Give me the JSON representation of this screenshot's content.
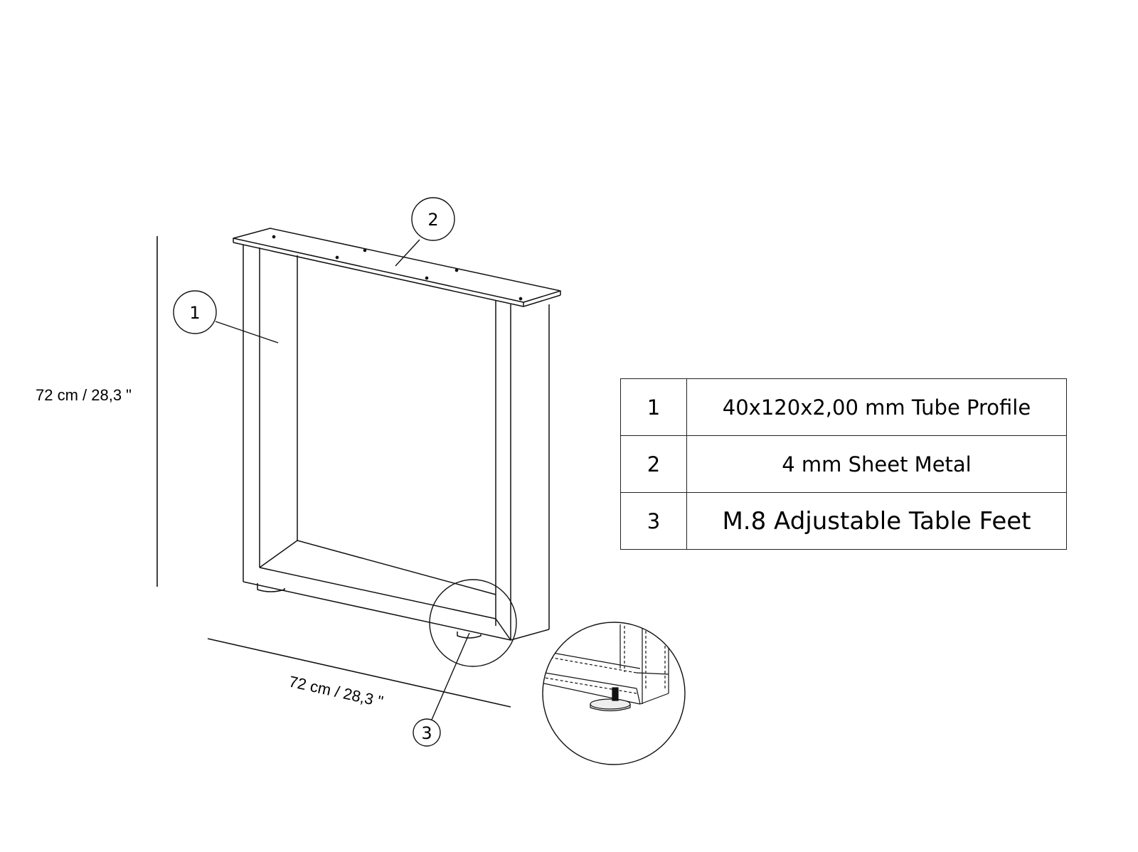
{
  "dimensions": {
    "height_label": "72 cm / 28,3 \"",
    "width_label": "72 cm / 28,3 \""
  },
  "callouts": [
    {
      "number": "1"
    },
    {
      "number": "2"
    },
    {
      "number": "3"
    }
  ],
  "parts": [
    {
      "number": "1",
      "description": "40x120x2,00 mm Tube Profile"
    },
    {
      "number": "2",
      "description": "4 mm Sheet Metal"
    },
    {
      "number": "3",
      "description": "M.8 Adjustable Table Feet"
    }
  ]
}
